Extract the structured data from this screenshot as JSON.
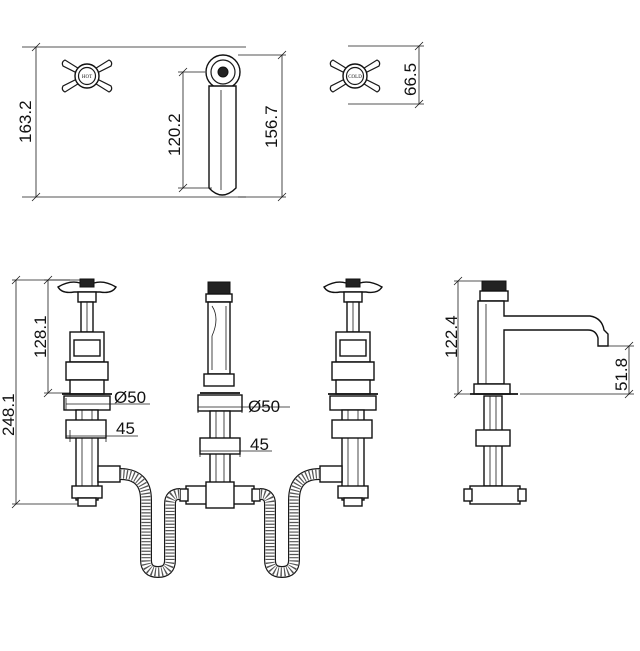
{
  "dimensions": {
    "top_total_height": "163.2",
    "spout_handle_height": "120.2",
    "spout_total_height": "156.7",
    "handle_height": "66.5",
    "side_height": "248.1",
    "valve_height": "128.1",
    "diameter_left": "Ø50",
    "depth_left": "45",
    "diameter_center": "Ø50",
    "depth_center": "45",
    "spout_height": "122.4",
    "spout_outlet_height": "51.8"
  },
  "handle_labels": {
    "hot": "HOT",
    "cold": "COLD"
  },
  "colors": {
    "line": "#1a1a1a",
    "background": "#ffffff"
  }
}
